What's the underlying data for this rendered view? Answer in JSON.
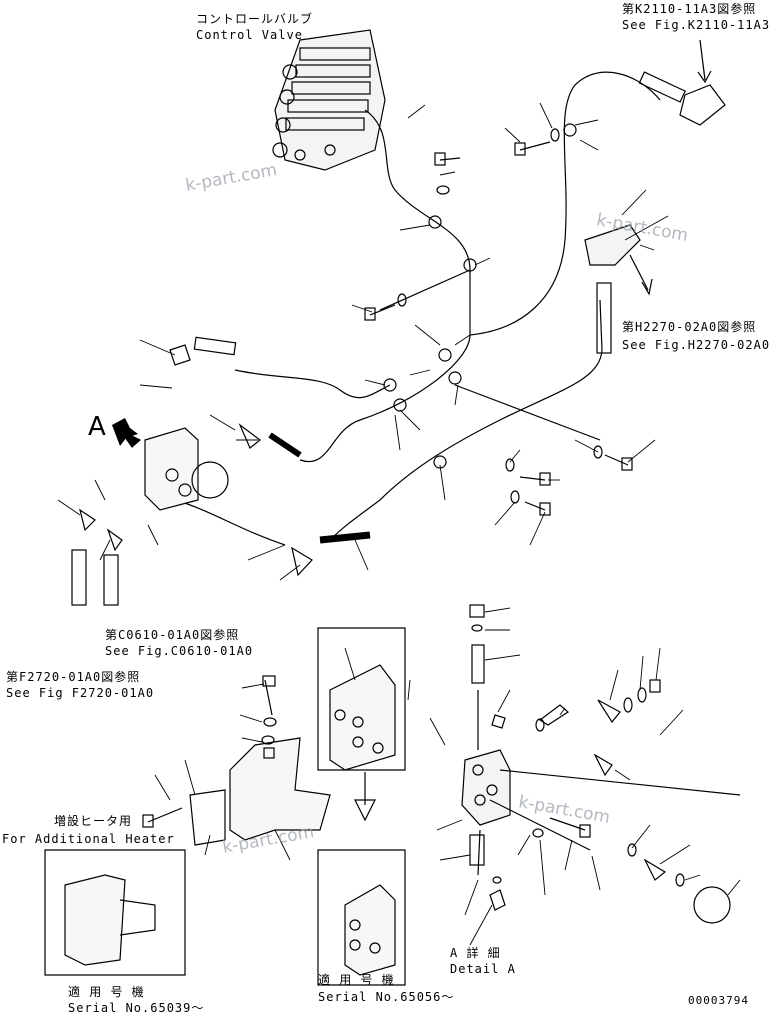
{
  "title_jp": "コントロールバルブ",
  "title_en": "Control Valve",
  "refs": {
    "k2110_jp": "第K2110-11A3図参照",
    "k2110_en": "See Fig.K2110-11A3",
    "h2270_jp": "第H2270-02A0図参照",
    "h2270_en": "See Fig.H2270-02A0",
    "c0610_jp": "第C0610-01A0図参照",
    "c0610_en": "See Fig.C0610-01A0",
    "f2720_jp": "第F2720-01A0図参照",
    "f2720_en": "See Fig F2720-01A0"
  },
  "heater_jp": "増設ヒータ用",
  "heater_en": "For Additional Heater",
  "serial_jp_1": "適 用 号 機",
  "serial_en_1": "Serial No.65039～",
  "serial_jp_2": "適 用 号 機",
  "serial_en_2": "Serial No.65056～",
  "detail_jp": "A 詳 細",
  "detail_en": "Detail A",
  "view_marker": "A",
  "watermark": "k-part.com",
  "figure_number": "00003794"
}
